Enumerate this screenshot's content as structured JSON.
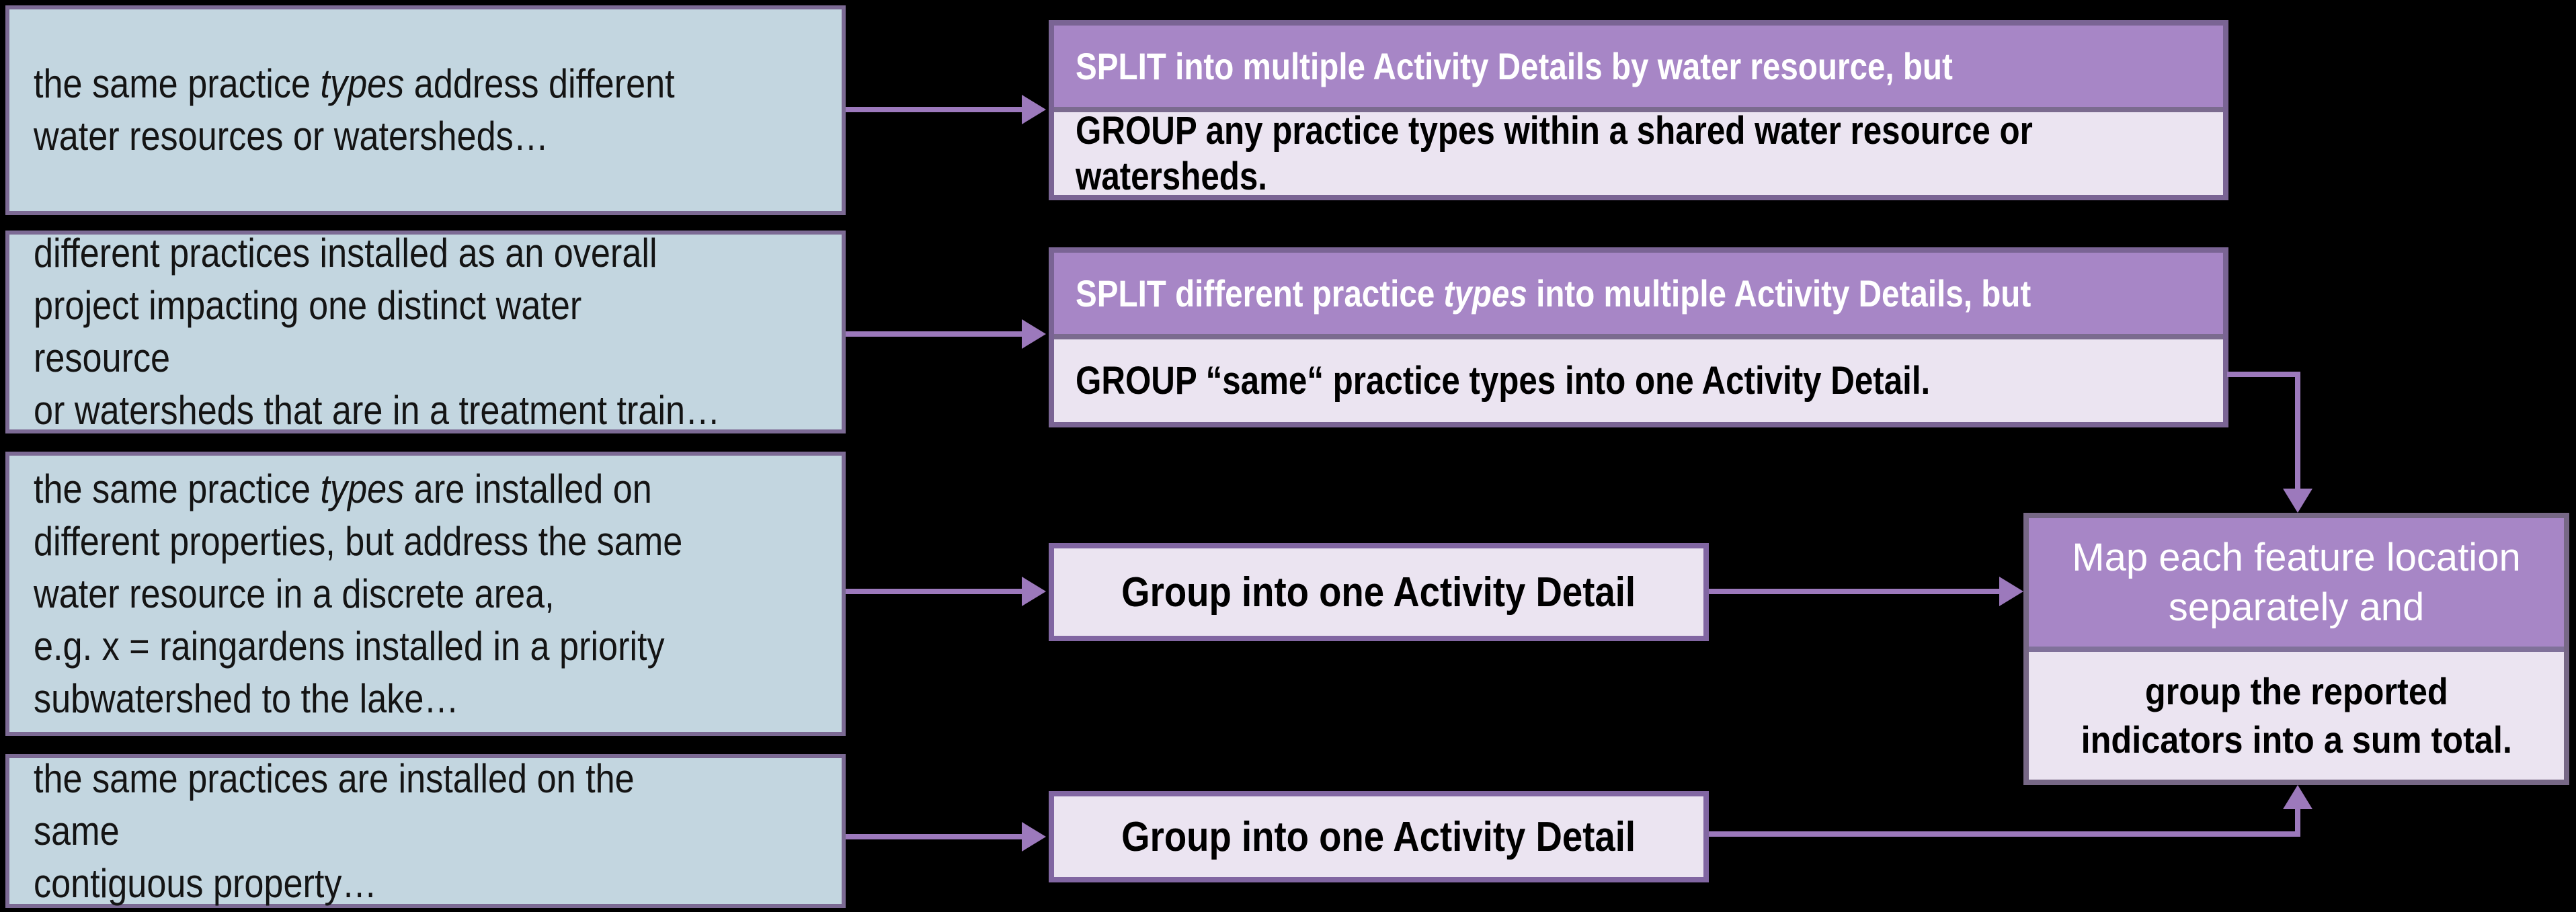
{
  "diagram": {
    "background": "#000000",
    "colors": {
      "condition_fill": "#c3d6e0",
      "condition_border": "#7c6a94",
      "action_header_fill": "#a786c6",
      "action_header_text": "#ffffff",
      "action_body_fill": "#ebe4f1",
      "action_border": "#7a6494",
      "arrow": "#9c79bc"
    },
    "conditions": [
      {
        "pre": "the same practice ",
        "italic": "types",
        "post": " address different\nwater resources or watersheds…"
      },
      {
        "pre": "different practices installed as an overall\nproject impacting one distinct water resource\nor watersheds that are in a treatment train…",
        "italic": "",
        "post": ""
      },
      {
        "pre": "the same practice ",
        "italic": "types",
        "post": " are installed on\ndifferent properties, but address the same\nwater resource in a discrete area,\ne.g. x = raingardens installed in a priority\nsubwatershed to the lake…"
      },
      {
        "pre": "the same practices are installed on the same\ncontiguous property…",
        "italic": "",
        "post": ""
      }
    ],
    "split_group_boxes": [
      {
        "header_pre": "SPLIT into multiple Activity Details by water resource, but",
        "header_italic": "",
        "header_post": "",
        "body": "GROUP any practice types within a shared water resource or\nwatersheds."
      },
      {
        "header_pre": "SPLIT different practice ",
        "header_italic": "types",
        "header_post": " into multiple Activity Details, but",
        "body": "GROUP “same“ practice types into one Activity Detail."
      }
    ],
    "group_boxes": [
      {
        "label": "Group into one Activity Detail"
      },
      {
        "label": "Group into one Activity Detail"
      }
    ],
    "result_box": {
      "top": "Map each feature location\nseparately and",
      "bottom": "group the reported\nindicators into a sum total."
    }
  }
}
